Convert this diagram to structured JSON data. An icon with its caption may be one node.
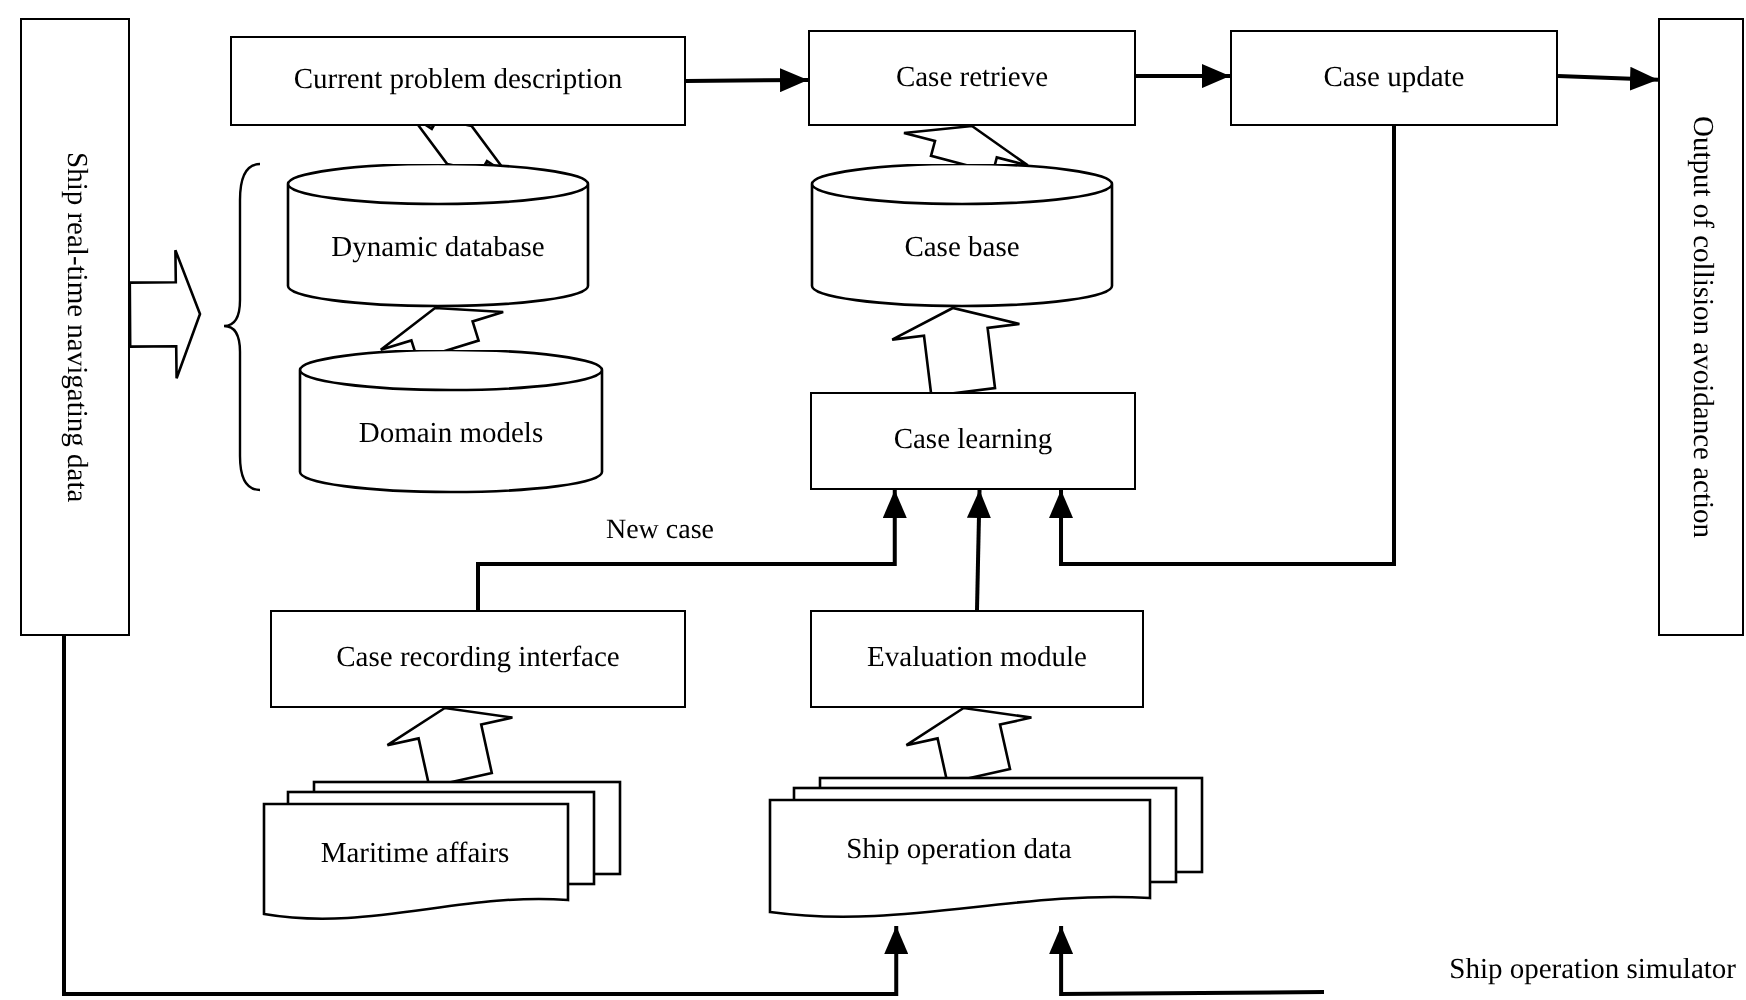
{
  "diagram": {
    "nodes": [
      {
        "text": [
          "Ship real-time navigating data"
        ]
      },
      {
        "text": [
          "Current problem description"
        ]
      },
      {
        "text": [
          "Dynamic database"
        ]
      },
      {
        "text": [
          "Domain models"
        ]
      },
      {
        "text": [
          "Case retrieve"
        ]
      },
      {
        "text": [
          "Case base"
        ]
      },
      {
        "text": [
          "Case learning"
        ]
      },
      {
        "text": [
          "Case update"
        ]
      },
      {
        "text": [
          "Output of collision avoidance action"
        ]
      },
      {
        "text": [
          "Case recording interface"
        ]
      },
      {
        "text": [
          "Evaluation module"
        ]
      },
      {
        "text": [
          "Maritime affairs"
        ]
      },
      {
        "text": [
          "Ship operation data"
        ]
      },
      {
        "text": [
          "Ship operation simulator"
        ]
      }
    ],
    "edges": [
      {
        "from": 1,
        "to": 4,
        "arrow": "to"
      },
      {
        "from": 4,
        "to": 7,
        "arrow": "to"
      },
      {
        "from": 7,
        "to": 8,
        "arrow": "to"
      },
      {
        "from": 2,
        "to": 1,
        "arrow": "both",
        "style": "thick"
      },
      {
        "from": 3,
        "to": 2,
        "arrow": "to",
        "style": "thick"
      },
      {
        "from": 5,
        "to": 4,
        "arrow": "to",
        "style": "thick"
      },
      {
        "from": 6,
        "to": 5,
        "arrow": "to",
        "style": "thick"
      },
      {
        "from": 0,
        "to": null,
        "arrow": "to",
        "style": "thick"
      },
      {
        "from": 9,
        "to": 6,
        "arrow": "to",
        "label": "New case"
      },
      {
        "from": 10,
        "to": 6,
        "arrow": "to"
      },
      {
        "from": 7,
        "to": 6,
        "arrow": "to"
      },
      {
        "from": 11,
        "to": 9,
        "arrow": "to",
        "style": "thick"
      },
      {
        "from": 12,
        "to": 10,
        "arrow": "to",
        "style": "thick"
      },
      {
        "from": 0,
        "to": 12,
        "arrow": "to"
      },
      {
        "from": 13,
        "to": 12,
        "arrow": "to"
      }
    ]
  }
}
